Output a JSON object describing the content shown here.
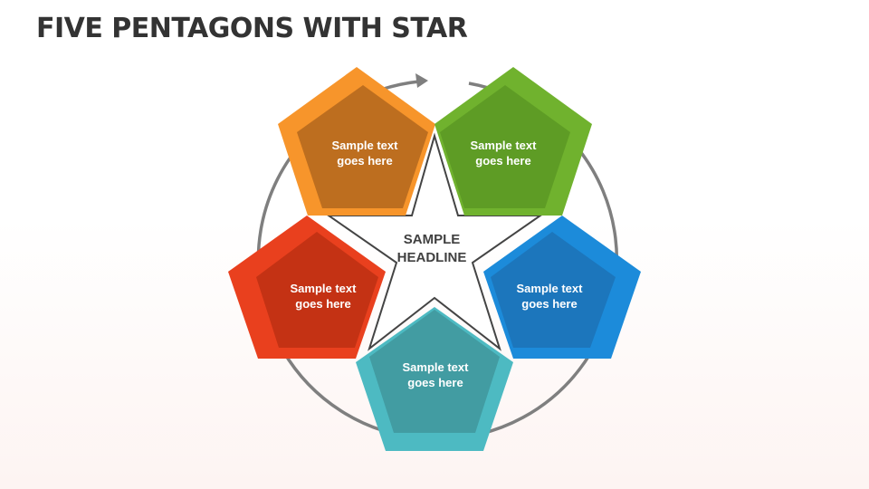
{
  "title": "FIVE PENTAGONS WITH STAR",
  "headline": {
    "line1": "SAMPLE",
    "line2": "HEADLINE"
  },
  "pentagons": [
    {
      "id": "orange",
      "line1": "Sample text",
      "line2": "goes here",
      "outer_color": "#F7952B",
      "inner_color": "#BD6E1F"
    },
    {
      "id": "green",
      "line1": "Sample text",
      "line2": "goes here",
      "outer_color": "#70B22E",
      "inner_color": "#5E9C25"
    },
    {
      "id": "blue",
      "line1": "Sample text",
      "line2": "goes here",
      "outer_color": "#1C8BDA",
      "inner_color": "#1C76BC"
    },
    {
      "id": "teal",
      "line1": "Sample text",
      "line2": "goes here",
      "outer_color": "#4DBAC2",
      "inner_color": "#429CA2"
    },
    {
      "id": "red",
      "line1": "Sample text",
      "line2": "goes here",
      "outer_color": "#E9401E",
      "inner_color": "#C43214"
    }
  ],
  "colors": {
    "ring": "#7f7f7f",
    "star_stroke": "#444444",
    "title": "#333333"
  },
  "icons": {
    "ring_arrow": "arrowhead-icon"
  }
}
